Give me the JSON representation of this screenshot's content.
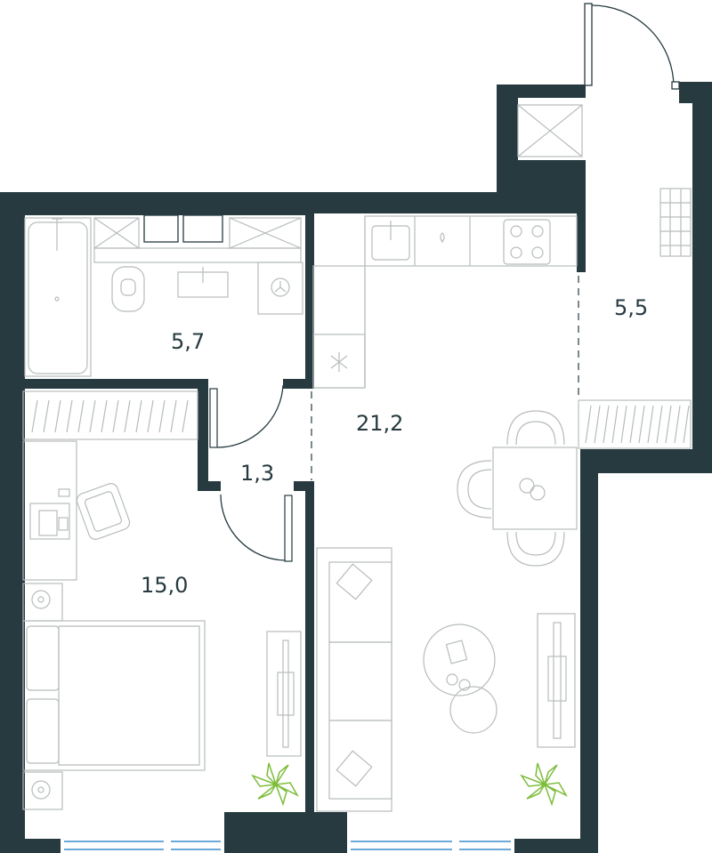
{
  "plan": {
    "colors": {
      "wall": "#263a40",
      "furniture": "#b7bcbc",
      "plant": "#7cbd3a",
      "window": "#6aa9d8"
    },
    "rooms": [
      {
        "id": "bathroom",
        "area": "5,7"
      },
      {
        "id": "hallway",
        "area": "1,3"
      },
      {
        "id": "bedroom",
        "area": "15,0"
      },
      {
        "id": "living-kitchen",
        "area": "21,2"
      },
      {
        "id": "balcony",
        "area": "5,5"
      }
    ]
  }
}
